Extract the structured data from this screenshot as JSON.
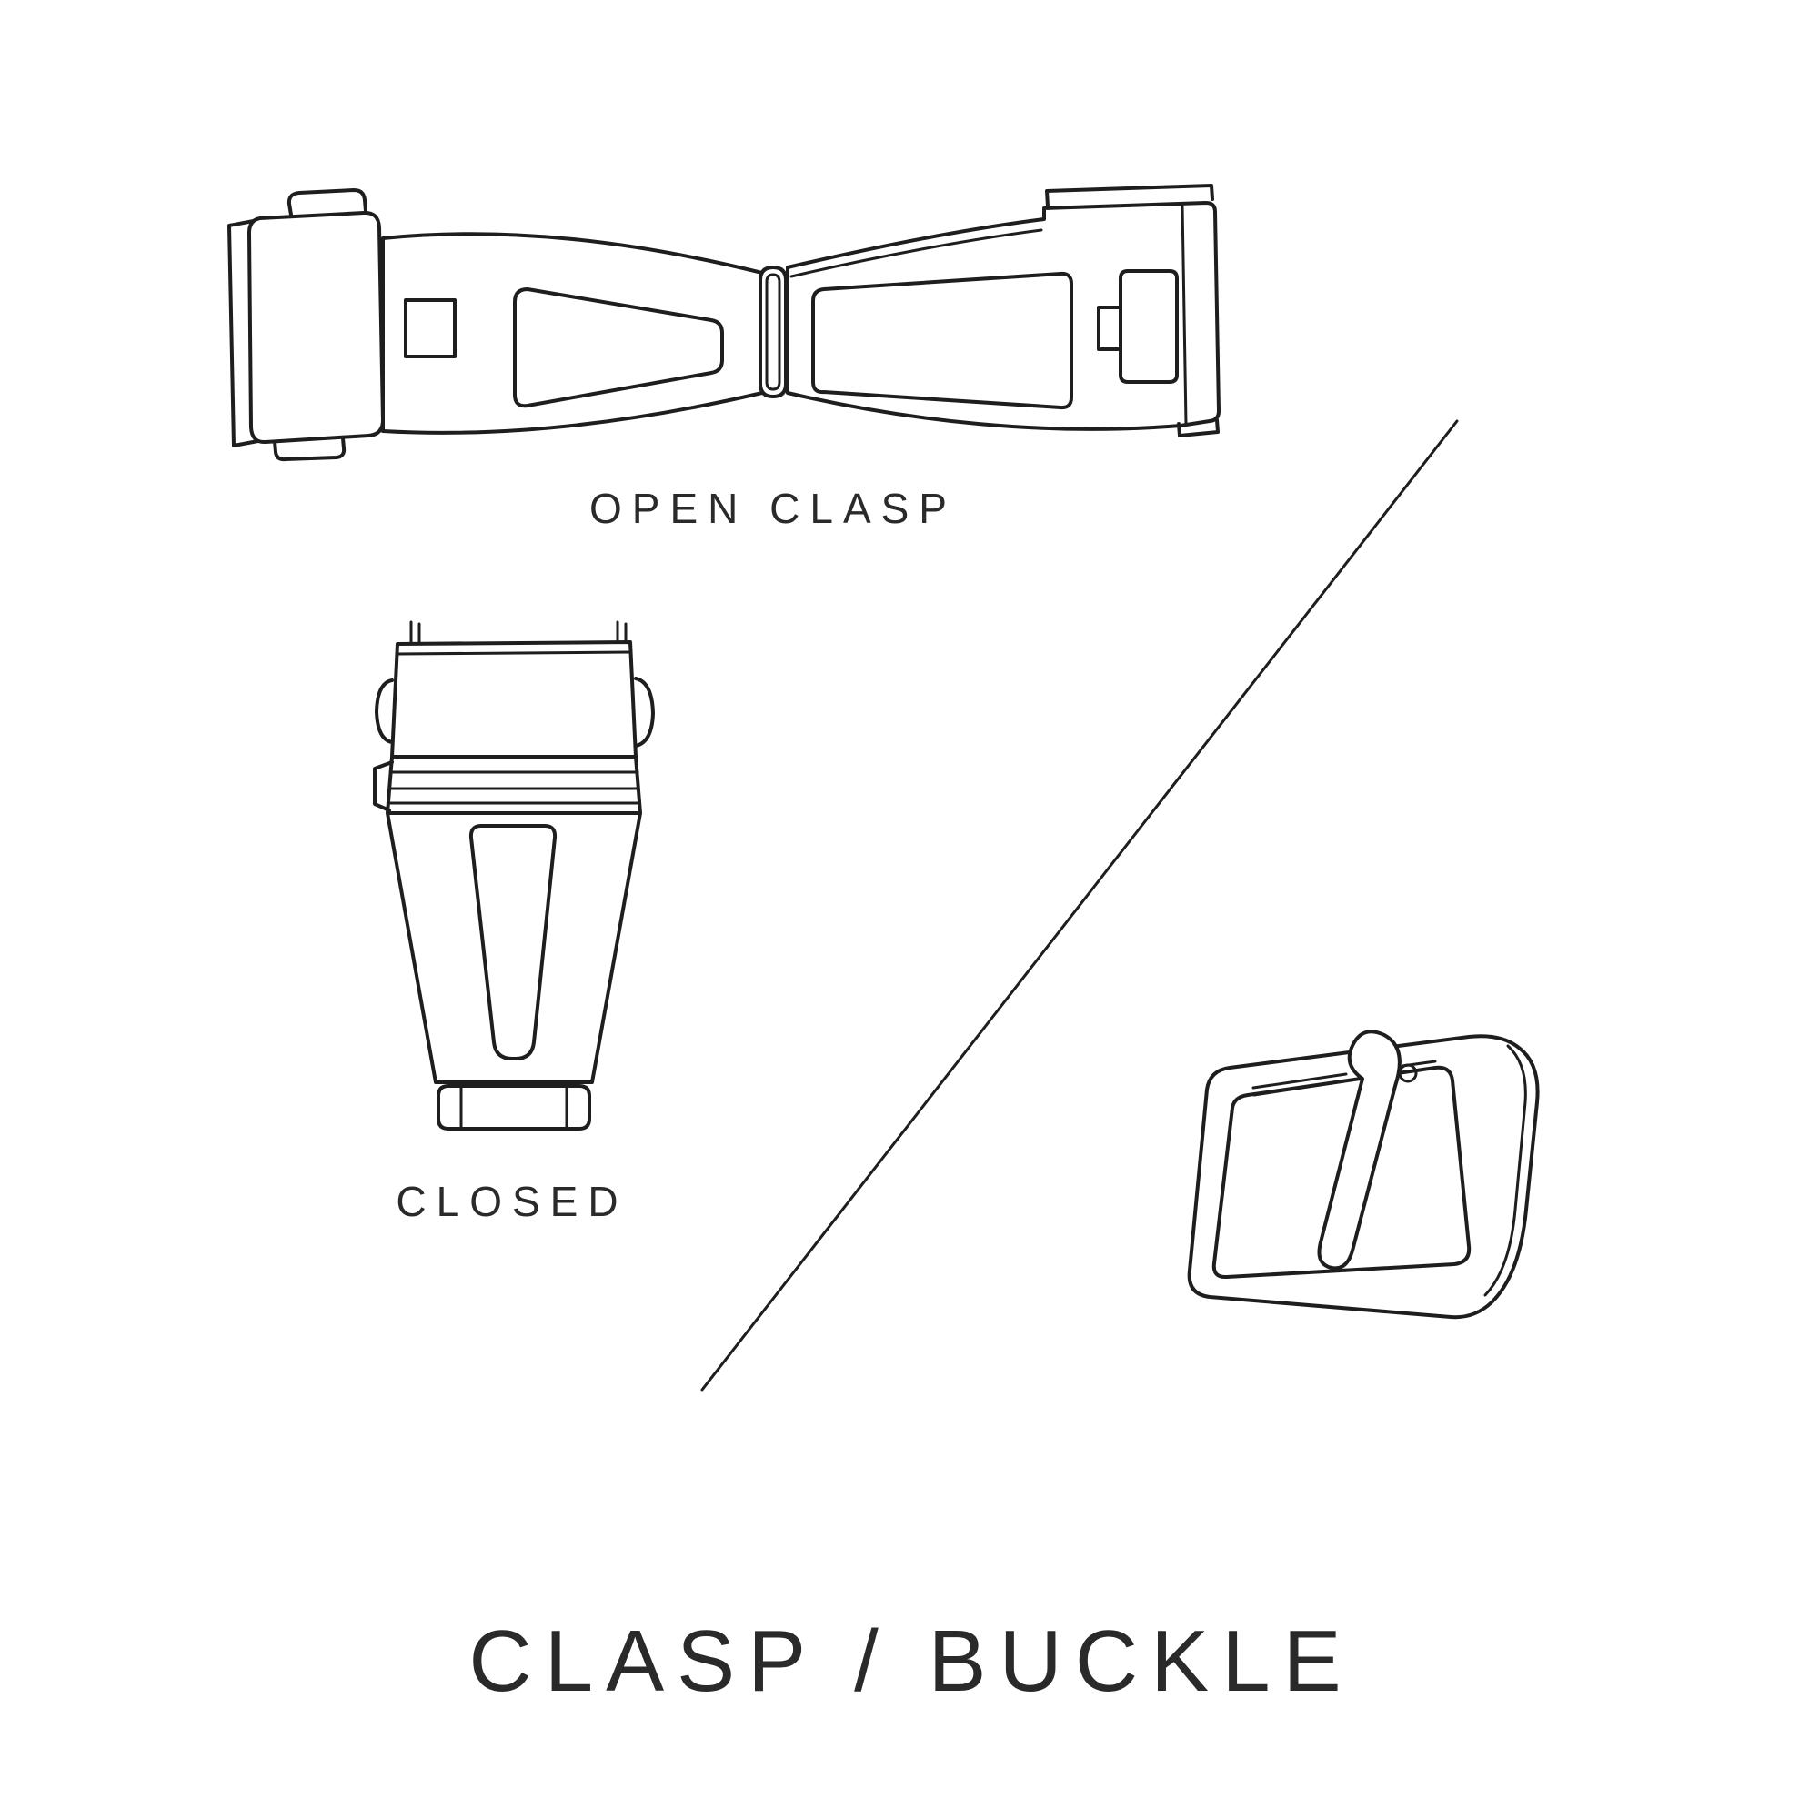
{
  "style": {
    "background": "#ffffff",
    "line_color": "#1e1e1e",
    "text_color": "#2a2a2a"
  },
  "labels": {
    "open_clasp_caption": "OPEN CLASP",
    "closed_caption": "CLOSED",
    "title": "CLASP / BUCKLE"
  },
  "figures": [
    {
      "name": "open-clasp-illustration",
      "caption": "OPEN CLASP"
    },
    {
      "name": "closed-clasp-illustration",
      "caption": "CLOSED"
    },
    {
      "name": "tang-buckle-illustration",
      "caption": ""
    }
  ]
}
